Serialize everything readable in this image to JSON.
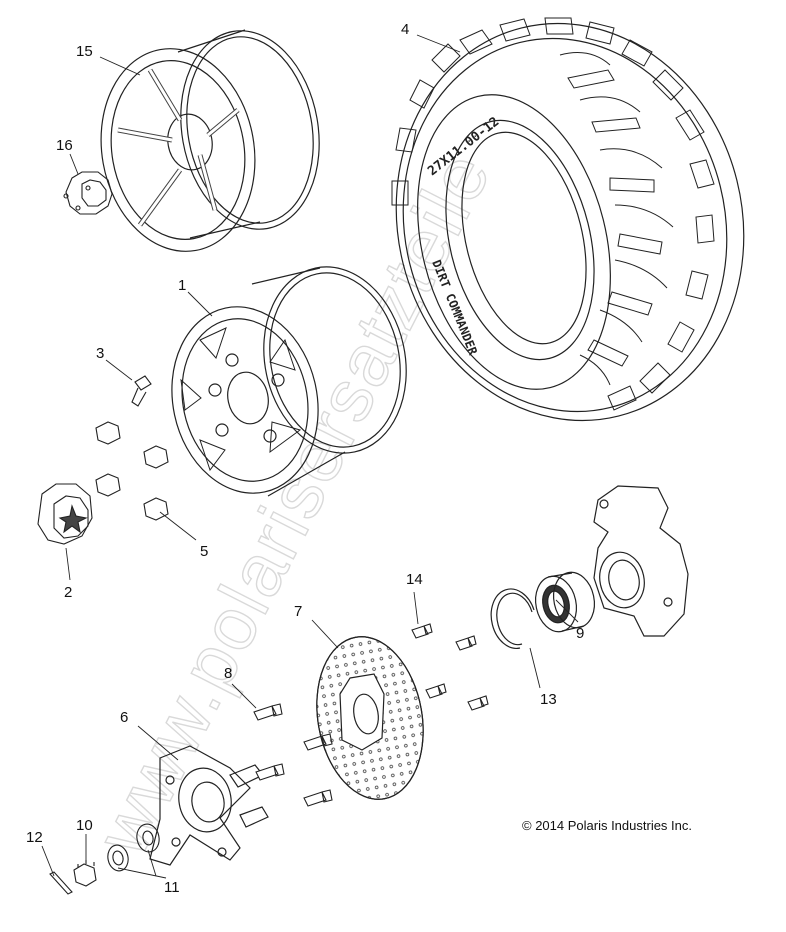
{
  "callouts": [
    "1",
    "2",
    "3",
    "4",
    "5",
    "6",
    "7",
    "8",
    "9",
    "10",
    "11",
    "12",
    "13",
    "14",
    "15",
    "16"
  ],
  "copyright": "© 2014 Polaris Industries Inc.",
  "tire_sidewall_size": "27X11.00-12",
  "tire_sidewall_brand": "DIRT COMMANDER",
  "watermark": "www.polarisersatzteile"
}
